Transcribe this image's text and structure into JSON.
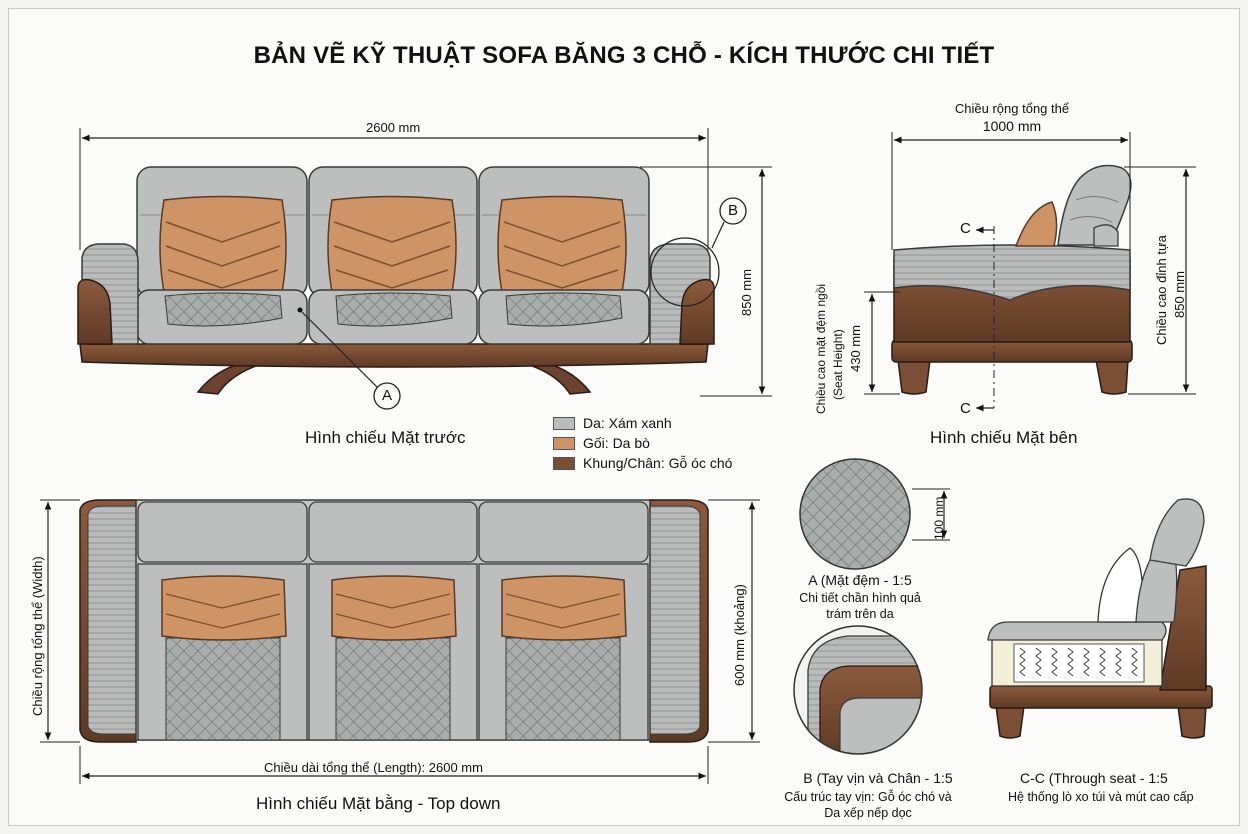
{
  "title": "BẢN VẼ KỸ THUẬT SOFA BĂNG 3 CHỖ - KÍCH THƯỚC CHI TIẾT",
  "front_view": {
    "caption": "Hình chiếu Mặt trước",
    "width_dim": "2600 mm",
    "height_dim": "850 mm",
    "callout_a": "A",
    "callout_b": "B"
  },
  "side_view": {
    "caption": "Hình chiếu Mặt bên",
    "depth_label": "Chiều rộng tổng thể",
    "depth_dim": "1000 mm",
    "seat_label_1": "Chiều cao mặt đệm ngồi",
    "seat_label_2": "(Seat Height)",
    "seat_dim": "430 mm",
    "back_label": "Chiều cao đỉnh tựa",
    "back_dim": "850 mm",
    "section_mark_top": "C",
    "section_mark_bottom": "C"
  },
  "legend": [
    {
      "label": "Da: Xám xanh",
      "color": "#b9bcbb"
    },
    {
      "label": "Gối: Da bò",
      "color": "#cf9466"
    },
    {
      "label": "Khung/Chân: Gỗ óc chó",
      "color": "#7a4f36"
    }
  ],
  "top_view": {
    "caption": "Hình chiếu Mặt bằng - Top down",
    "length_dim": "Chiều dài tổng thể (Length): 2600 mm",
    "width_label": "Chiều rộng tổng thể (Width)",
    "width_dim": "600 mm (khoảng)"
  },
  "detail_a": {
    "title": "A (Mặt đệm - 1:5",
    "desc_1": "Chi tiết chần hình quả",
    "desc_2": "trám trên da",
    "dim": "100 mm"
  },
  "detail_b": {
    "title": "B (Tay vịn và Chân - 1:5",
    "desc_1": "Cấu trúc tay vịn: Gỗ óc chó và",
    "desc_2": "Da xếp nếp dọc"
  },
  "detail_c": {
    "title": "C-C (Through seat - 1:5",
    "desc_1": "Hệ thống lò xo túi và mút cao cấp"
  }
}
